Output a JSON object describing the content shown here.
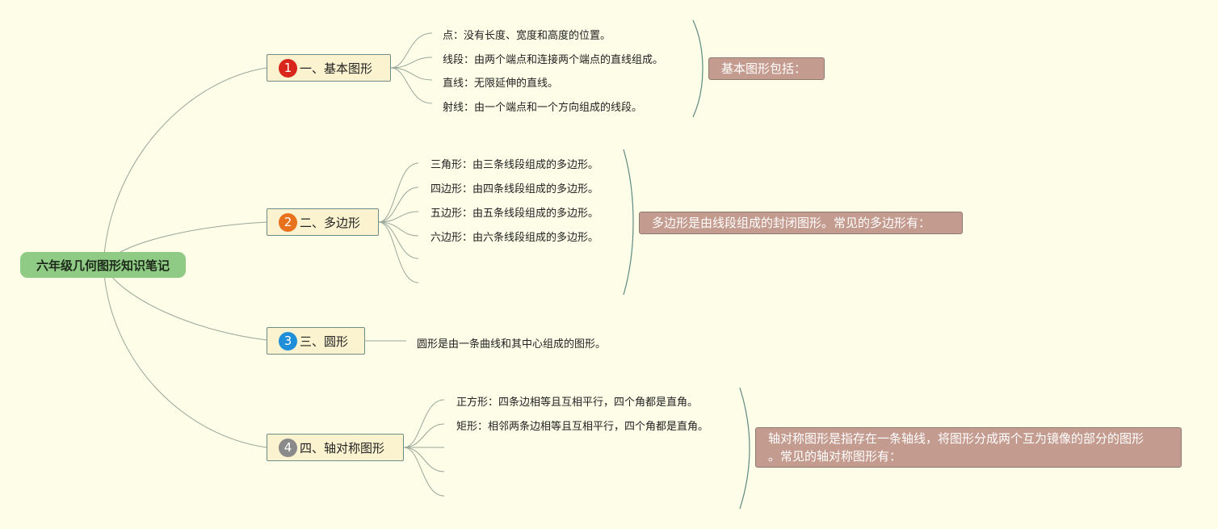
{
  "root": "六年级几何图形知识笔记",
  "topics": [
    {
      "number": "1",
      "label": "一、基本图形",
      "badge_color": "#d9261c",
      "leaves": [
        "点：没有长度、宽度和高度的位置。",
        "线段：由两个端点和连接两个端点的直线组成。",
        "直线：无限延伸的直线。",
        "射线：由一个端点和一个方向组成的线段。"
      ],
      "summary_lines": [
        "基本图形包括："
      ]
    },
    {
      "number": "2",
      "label": "二、多边形",
      "badge_color": "#e8711d",
      "leaves": [
        "三角形：由三条线段组成的多边形。",
        "四边形：由四条线段组成的多边形。",
        "五边形：由五条线段组成的多边形。",
        "六边形：由六条线段组成的多边形。"
      ],
      "summary_lines": [
        "多边形是由线段组成的封闭图形。常见的多边形有："
      ]
    },
    {
      "number": "3",
      "label": "三、圆形",
      "badge_color": "#1f8ed9",
      "leaves": [
        "圆形是由一条曲线和其中心组成的图形。"
      ]
    },
    {
      "number": "4",
      "label": "四、轴对称图形",
      "badge_color": "#8a8a8a",
      "leaves": [
        "正方形：四条边相等且互相平行，四个角都是直角。",
        "矩形：相邻两条边相等且互相平行，四个角都是直角。"
      ],
      "summary_lines": [
        "轴对称图形是指存在一条轴线，将图形分成两个互为镜像的部分的图形",
        "。常见的轴对称图形有："
      ]
    }
  ]
}
